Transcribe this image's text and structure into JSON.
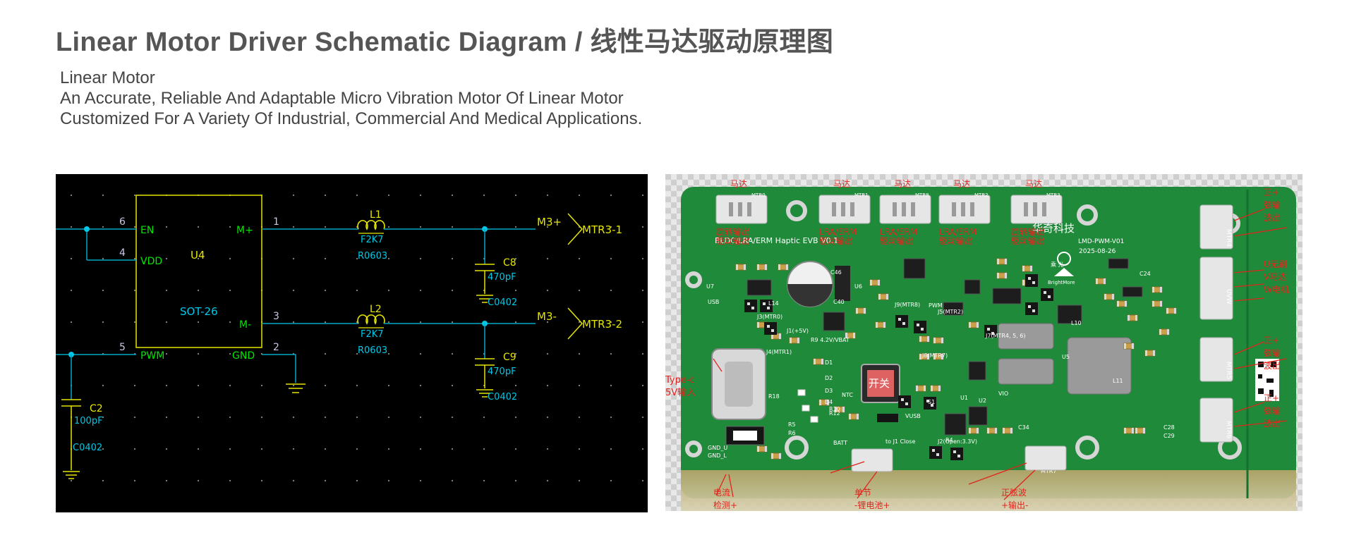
{
  "header": {
    "title": "Linear Motor Driver Schematic Diagram / 线性马达驱动原理图",
    "desc_lines": [
      "Linear Motor",
      "An Accurate, Reliable And Adaptable Micro Vibration  Motor Of Linear Motor",
      "Customized For A Variety Of  Industrial, Commercial And Medical Applications."
    ]
  },
  "schematic": {
    "chip": {
      "ref": "U4",
      "package": "SOT-26"
    },
    "pins": [
      {
        "num": "6",
        "name": "EN"
      },
      {
        "num": "4",
        "name": "VDD"
      },
      {
        "num": "5",
        "name": "PWM"
      },
      {
        "num": "1",
        "name": "M+"
      },
      {
        "num": "3",
        "name": "M-"
      },
      {
        "num": "2",
        "name": "GND"
      }
    ],
    "inductors": [
      {
        "ref": "L1",
        "value": "F2K7",
        "package": "R0603"
      },
      {
        "ref": "L2",
        "value": "F2K7",
        "package": "R0603"
      }
    ],
    "capacitors": [
      {
        "ref": "C8",
        "value": "470pF",
        "package": "C0402"
      },
      {
        "ref": "C9",
        "value": "470pF",
        "package": "C0402"
      },
      {
        "ref": "C2",
        "value": "100pF",
        "package": "C0402"
      }
    ],
    "nets": [
      {
        "net": "M3+",
        "port": "MTR3-1"
      },
      {
        "net": "M3-",
        "port": "MTR3-2"
      }
    ]
  },
  "pcb": {
    "colors": {
      "board": "#1f8a3a",
      "board_dark": "#17702e",
      "silk": "#ffffff",
      "annotation": "#e0241c",
      "pad": "#c9c9c9"
    },
    "top_motor_labels": [
      "马达",
      "马达",
      "马达",
      "马达",
      "马达"
    ],
    "top_connectors": [
      "MTR0",
      "MTR1",
      "MTR8",
      "MTR2",
      "MTR3"
    ],
    "top_function_labels": [
      "旋转输出\n驱动输出",
      "LRA/ERM\n驱动输出",
      "LRA/ERM\n驱动输出",
      "LRA/ERM\n驱动输出",
      "旋转输出\n驱动输出"
    ],
    "board_title": "BLDC/LRA/ERM Haptic EVB V0.1",
    "company": "华奇科技",
    "part_no": "LMD-PWM-V01",
    "date": "2025-08-26",
    "logo_text": "BrightMore",
    "logo_cn": "乘  光",
    "right_labels": [
      "正+\n弦输\n波出",
      "U无刷\nV马达\nW电机",
      "正+\n弦输\n波出",
      "正+\n弦输\n波出"
    ],
    "right_connectors": [
      "MTR4",
      "UVW",
      "MTR5",
      "MTR6"
    ],
    "typec_label": "Type-c\n5V输入",
    "switch_label": "开关",
    "bottom_labels": [
      "电流\n检测+",
      "单节\n-锂电池+",
      "正弦波\n+输出-"
    ],
    "silk_texts": [
      "USB",
      "J3(MTR0)",
      "J1(+5V)",
      "J4(MTR1)",
      "R9 4.2V/VBAT",
      "PWM",
      "J9(MTR8)",
      "J8(MTR7)",
      "J5(MTR2)",
      "J7(MTR4, 5, 6)",
      "J2(Open:3.3V)",
      "to J1 Close",
      "VUSB",
      "BATT",
      "GND_U",
      "GND_L",
      "MTR7",
      "U7",
      "U6",
      "U5",
      "U2",
      "U1",
      "L10",
      "L11",
      "L14",
      "R18",
      "R10",
      "R12",
      "C34",
      "C28",
      "C29",
      "C24",
      "C46",
      "C40",
      "R4",
      "R5",
      "R6",
      "S1",
      "D1",
      "D2",
      "D3",
      "D4",
      "VIO",
      "NTC"
    ]
  }
}
